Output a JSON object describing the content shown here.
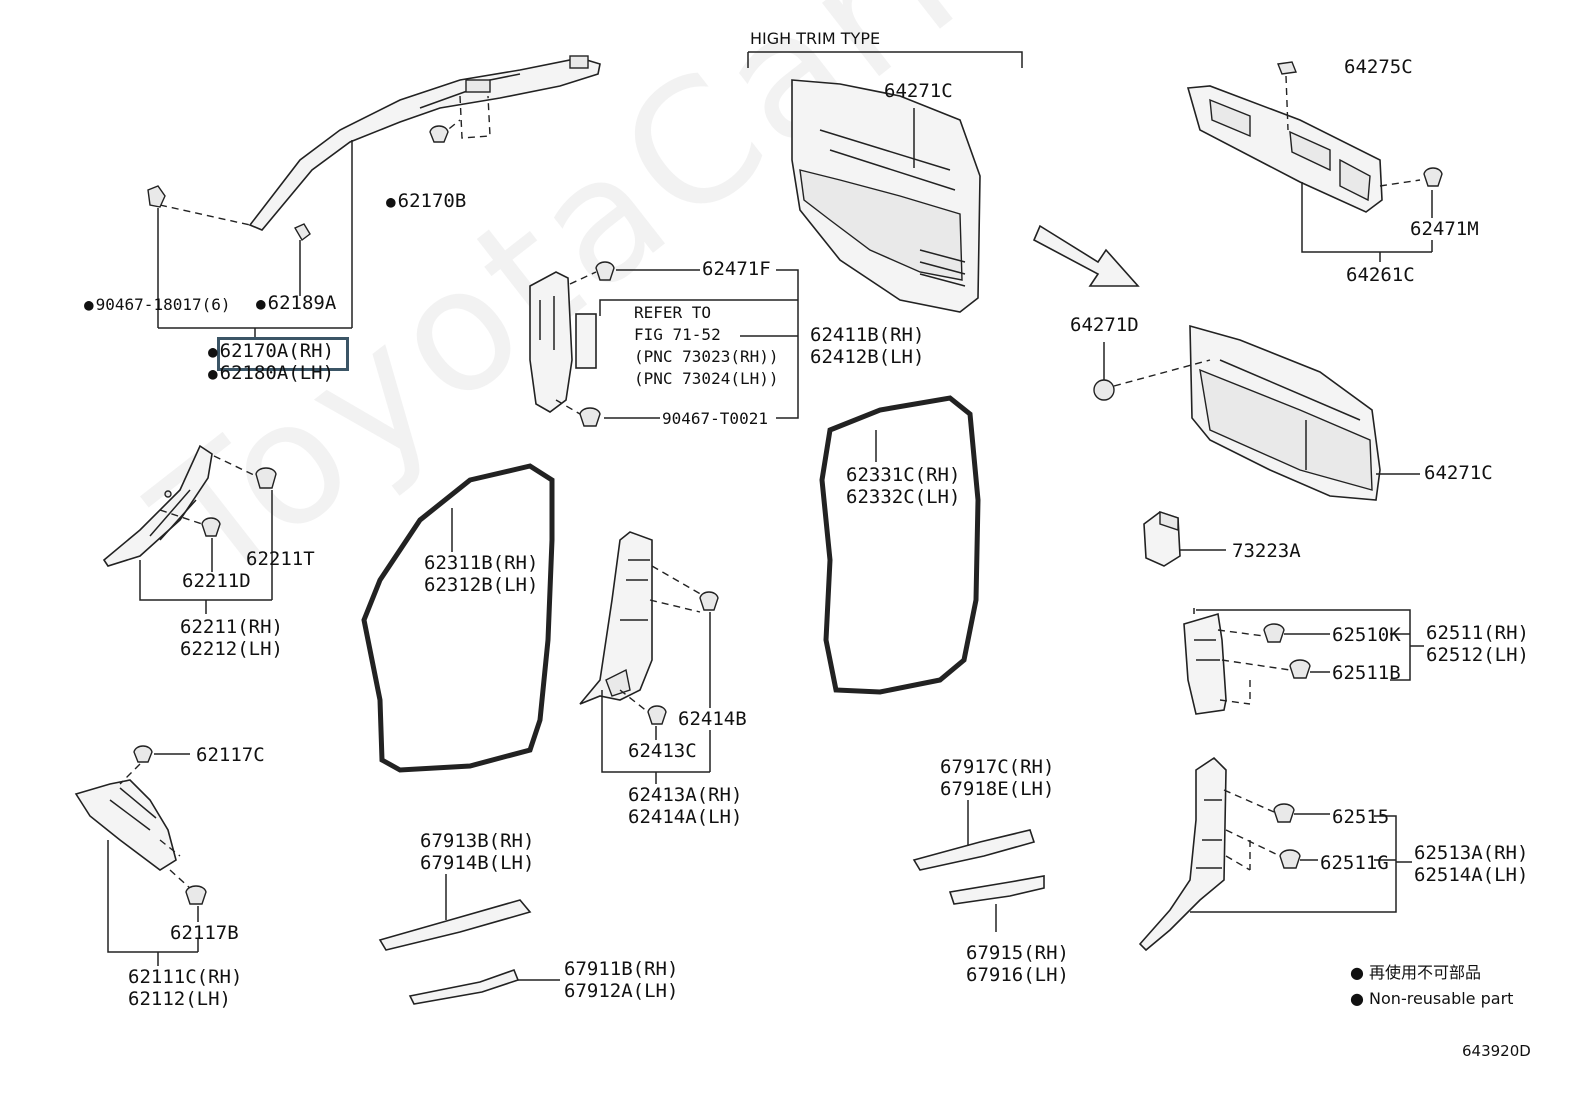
{
  "header": {
    "high_trim": "HIGH TRIM TYPE"
  },
  "labels": {
    "p90467_18017": "90467-18017(6)",
    "p62189A": "62189A",
    "p62170B": "62170B",
    "p62170A": "62170A(RH)",
    "p62180A": "62180A(LH)",
    "p62471F": "62471F",
    "refer1": "REFER TO",
    "refer2": "FIG 71-52",
    "refer3": "(PNC 73023(RH))",
    "refer4": "(PNC 73024(LH))",
    "p62411B": "62411B(RH)",
    "p62412B": "62412B(LH)",
    "p90467_T0021": "90467-T0021",
    "p64271C_top": "64271C",
    "p64275C": "64275C",
    "p62471M": "62471M",
    "p64261C": "64261C",
    "p64271D": "64271D",
    "p64271C_right": "64271C",
    "p73223A": "73223A",
    "p62211T": "62211T",
    "p62211D": "62211D",
    "p62211": "62211(RH)",
    "p62212": "62212(LH)",
    "p62311B": "62311B(RH)",
    "p62312B": "62312B(LH)",
    "p62331C": "62331C(RH)",
    "p62332C": "62332C(LH)",
    "p62414B": "62414B",
    "p62413C": "62413C",
    "p62413A": "62413A(RH)",
    "p62414A": "62414A(LH)",
    "p62510K": "62510K",
    "p62511B": "62511B",
    "p62511": "62511(RH)",
    "p62512": "62512(LH)",
    "p62117C": "62117C",
    "p62117B": "62117B",
    "p62111C": "62111C(RH)",
    "p62112": "62112(LH)",
    "p67913B": "67913B(RH)",
    "p67914B": "67914B(LH)",
    "p67911B": "67911B(RH)",
    "p67912A": "67912A(LH)",
    "p67917C": "67917C(RH)",
    "p67918E": "67918E(LH)",
    "p67915": "67915(RH)",
    "p67916": "67916(LH)",
    "p62515": "62515",
    "p62511G": "62511G",
    "p62513A": "62513A(RH)",
    "p62514A": "62514A(LH)"
  },
  "legend": {
    "jp": "再使用不可部品",
    "en": "Non-reusable part"
  },
  "figure_code": "643920D",
  "watermark": "ToyotaCarMine.ru"
}
